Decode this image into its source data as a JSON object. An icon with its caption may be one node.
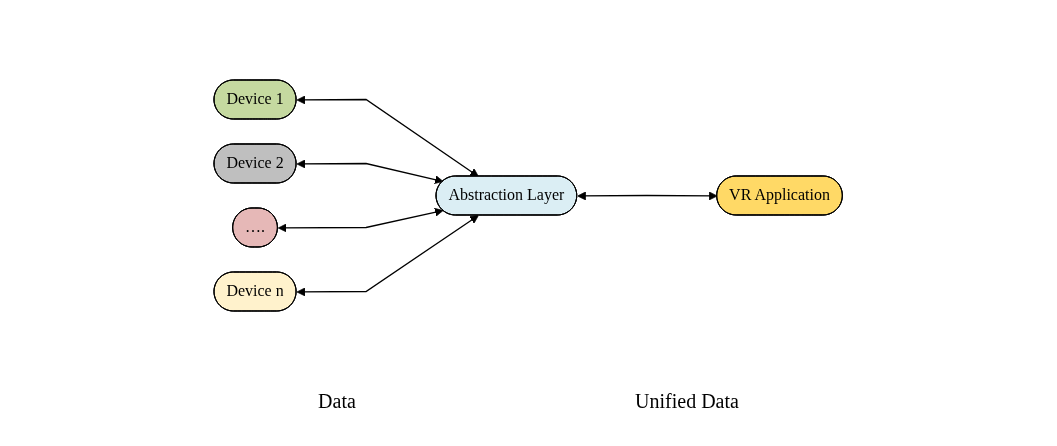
{
  "diagram": {
    "nodes": [
      {
        "text": [
          "Device 1"
        ]
      },
      {
        "text": [
          "Device 2"
        ]
      },
      {
        "text": [
          "…."
        ]
      },
      {
        "text": [
          "Device n"
        ]
      },
      {
        "text": [
          "Abstraction Layer"
        ]
      },
      {
        "text": [
          "VR Application"
        ]
      }
    ],
    "edges": [
      {
        "from": 0,
        "to": 4,
        "arrow": "both"
      },
      {
        "from": 1,
        "to": 4,
        "arrow": "both"
      },
      {
        "from": 2,
        "to": 4,
        "arrow": "both"
      },
      {
        "from": 3,
        "to": 4,
        "arrow": "both"
      },
      {
        "from": 4,
        "to": 5,
        "arrow": "both"
      }
    ],
    "labels": [
      "Data",
      "Unified Data"
    ]
  }
}
